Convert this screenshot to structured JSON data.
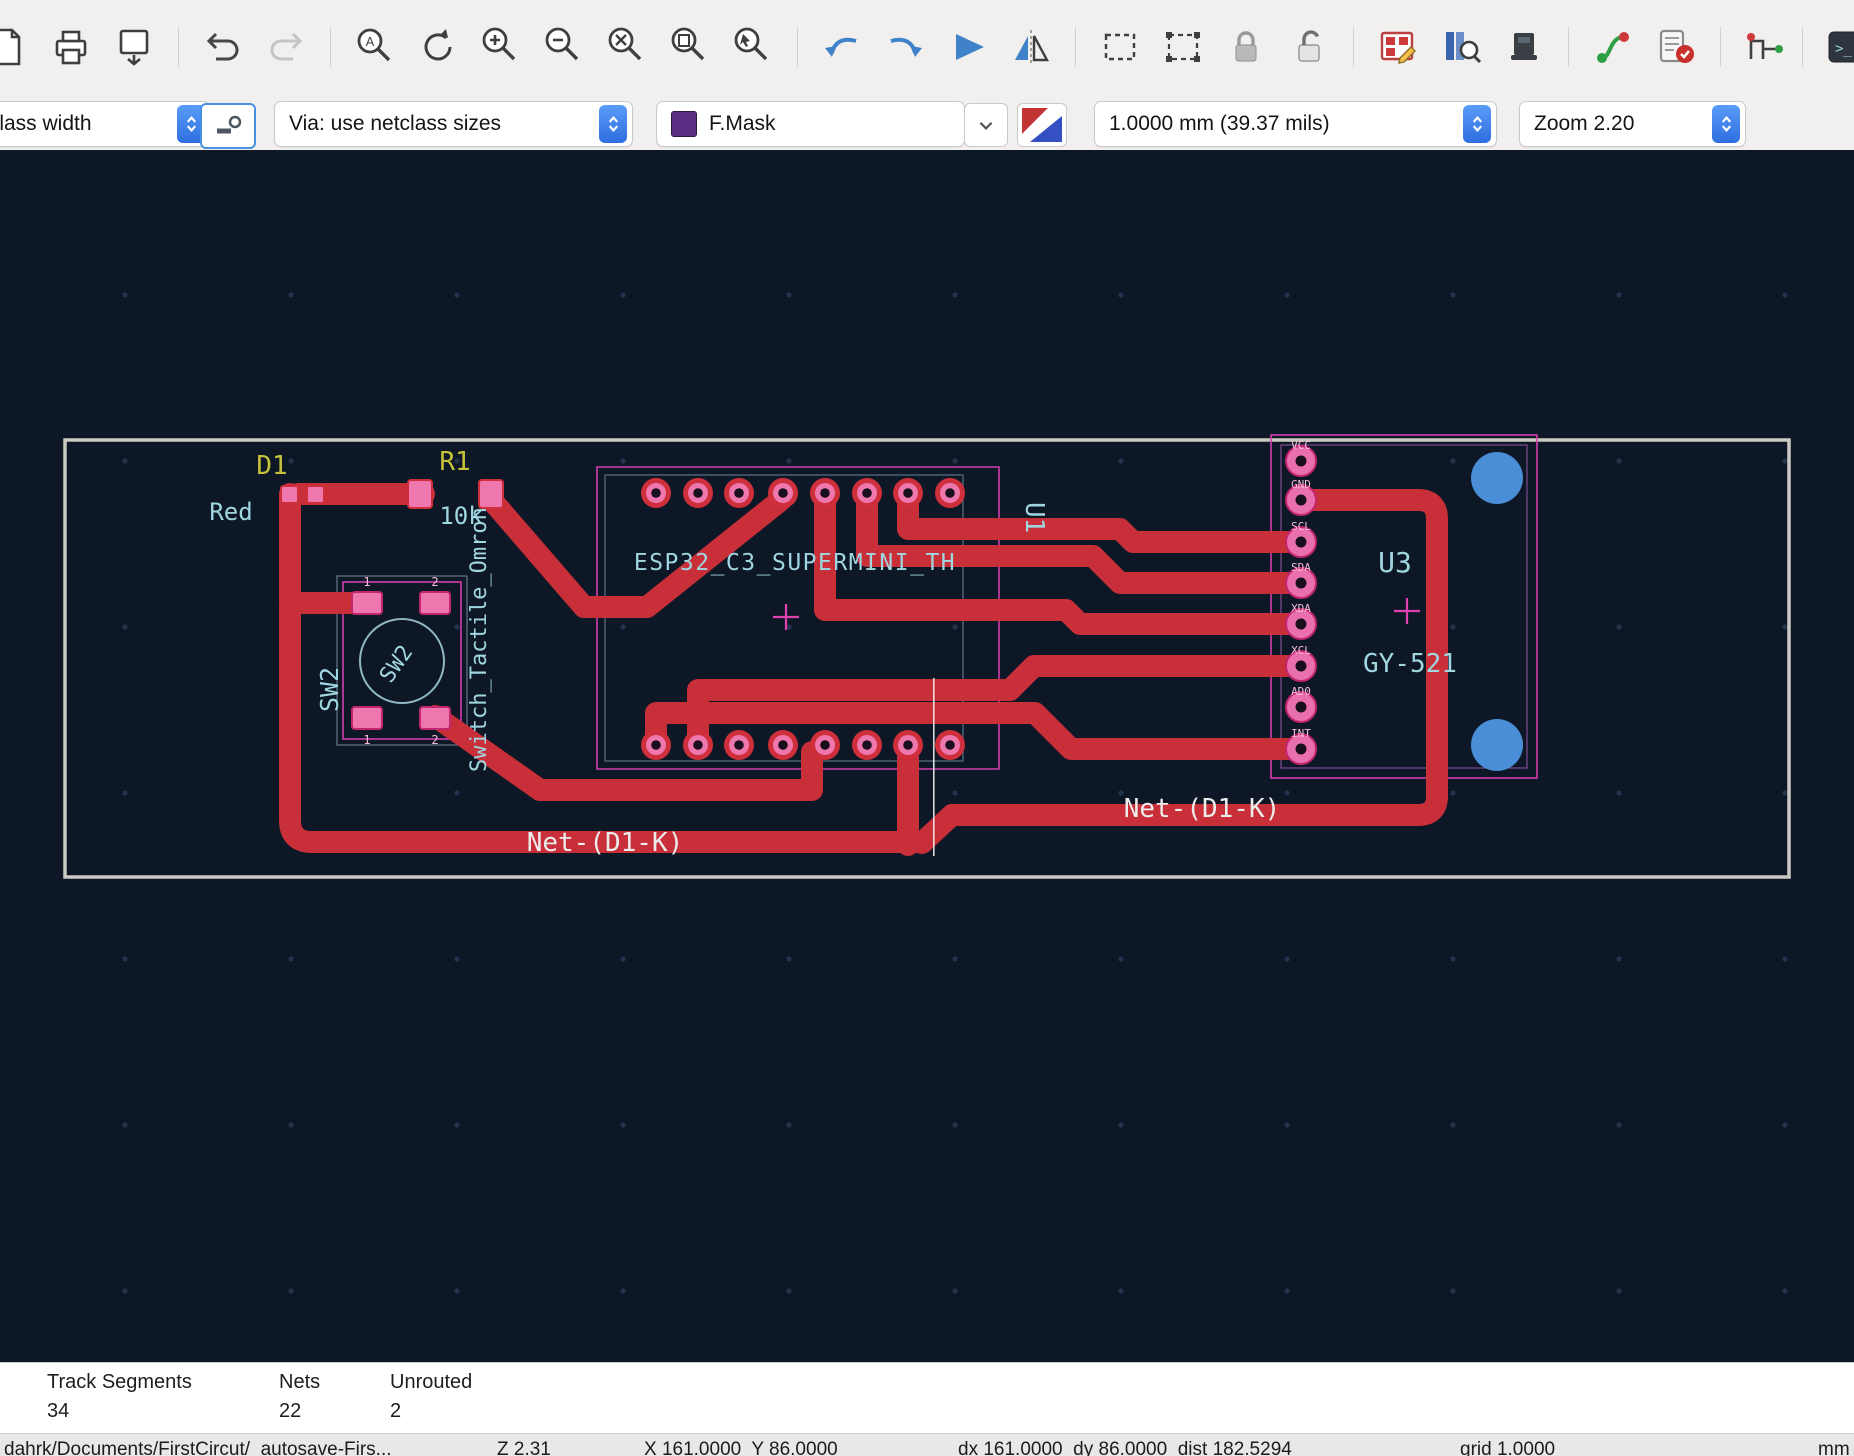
{
  "icons": {
    "find_glyph": "A",
    "console_glyph": ">_"
  },
  "toolbar2": {
    "track_width": "tclass width",
    "via": "Via: use netclass sizes",
    "layer": "F.Mask",
    "grid": "1.0000 mm (39.37 mils)",
    "zoom": "Zoom 2.20"
  },
  "board": {
    "d1_ref": "D1",
    "d1_val": "Red",
    "r1_ref": "R1",
    "r1_val": "10k",
    "sw2_ref": "SW2",
    "sw2_val": "SW2",
    "sw2_fp": "Switch_Tactile_Omron",
    "u1_ref": "U1",
    "u1_fp": "ESP32_C3_SUPERMINI_TH",
    "u3_ref": "U3",
    "u3_val": "GY-521",
    "net1": "Net-(D1-K)",
    "net2": "Net-(D1-K)",
    "pins": [
      "VCC",
      "GND",
      "SCL",
      "SDA",
      "XDA",
      "XCL",
      "AD0",
      "INT"
    ],
    "sw_pins": [
      "1",
      "2",
      "1",
      "2"
    ]
  },
  "status": {
    "track_segments_label": "Track Segments",
    "track_segments": "34",
    "nets_label": "Nets",
    "nets": "22",
    "unrouted_label": "Unrouted",
    "unrouted": "2"
  },
  "bottom": {
    "path": "dahrk/Documents/FirstCircut/_autosave-Firs...",
    "zoom": "Z 2.31",
    "xy": "X 161.0000  Y 86.0000",
    "delta": "dx 161.0000  dy 86.0000  dist 182.5294",
    "grid": "grid 1.0000",
    "unit": "mm"
  }
}
